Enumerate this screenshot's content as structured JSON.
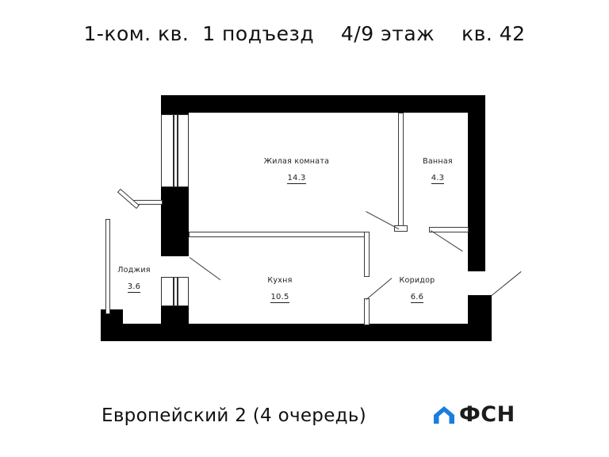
{
  "header": {
    "title": "1-ком. кв.  1 подъезд    4/9 этаж    кв. 42",
    "apartment_type": "1-ком. кв.",
    "entrance": "1 подъезд",
    "floor": "4/9 этаж",
    "apartment_number": "кв. 42"
  },
  "footer": {
    "project_name": "Европейский 2 (4 очередь)",
    "logo_text": "ФСН",
    "logo_icon": "house-icon",
    "logo_color": "#1a7de0"
  },
  "plan": {
    "rooms": [
      {
        "id": "living",
        "name": "Жилая комната",
        "area": "14.3"
      },
      {
        "id": "bath",
        "name": "Ванная",
        "area": "4.3"
      },
      {
        "id": "kitchen",
        "name": "Кухня",
        "area": "10.5"
      },
      {
        "id": "corridor",
        "name": "Коридор",
        "area": "6.6"
      },
      {
        "id": "loggia",
        "name": "Лоджия",
        "area": "3.6"
      }
    ],
    "wall_color": "#000000",
    "partition_color": "#3b3b3b",
    "background_color": "#ffffff"
  }
}
